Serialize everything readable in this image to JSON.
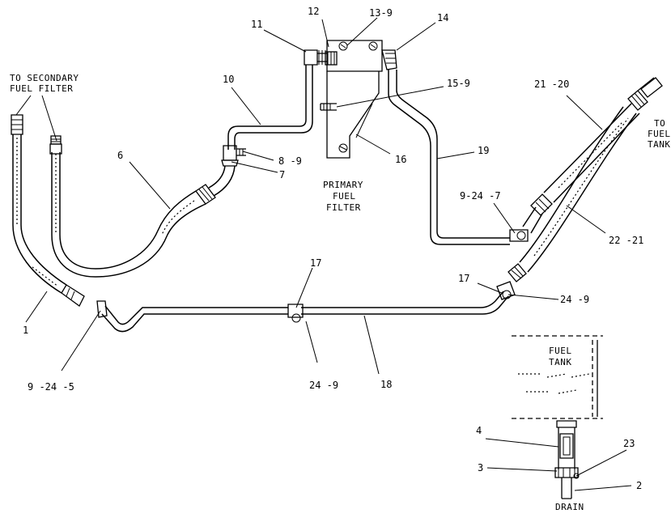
{
  "notes": {
    "to_secondary_line1": "TO SECONDARY",
    "to_secondary_line2": "FUEL FILTER",
    "to_tank_line1": "TO",
    "to_tank_line2": "FUEL",
    "to_tank_line3": "TANK",
    "primary_line1": "PRIMARY",
    "primary_line2": "FUEL",
    "primary_line3": "FILTER",
    "fuel_tank_line1": "FUEL",
    "fuel_tank_line2": "TANK",
    "drain": "DRAIN"
  },
  "callouts": {
    "c1": "1",
    "c2": "2",
    "c3": "3",
    "c4": "4",
    "c6": "6",
    "c7": "7",
    "c8": "8 -9",
    "c9_24_5": "9 -24 -5",
    "c9_24_7": "9-24 -7",
    "c10": "10",
    "c11": "11",
    "c12": "12",
    "c13": "13-9",
    "c14": "14",
    "c15": "15-9",
    "c16": "16",
    "c17a": "17",
    "c17b": "17",
    "c18": "18",
    "c19": "19",
    "c21": "21 -20",
    "c22": "22 -21",
    "c23": "23",
    "c24a": "24 -9",
    "c24b": "24 -9"
  }
}
